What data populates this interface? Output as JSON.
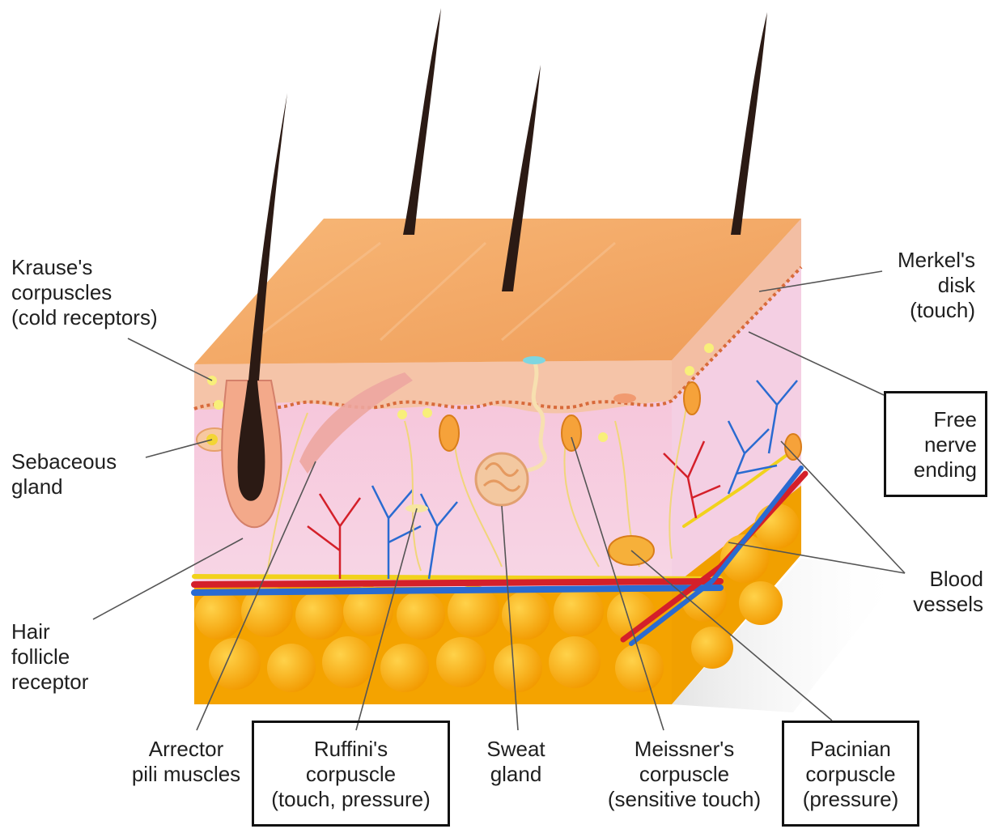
{
  "labels": {
    "krause": [
      "Krause's",
      "corpuscles",
      "(cold receptors)"
    ],
    "sebaceous": [
      "Sebaceous",
      "gland"
    ],
    "hair_follicle": [
      "Hair",
      "follicle",
      "receptor"
    ],
    "arrector": [
      "Arrector",
      "pili muscles"
    ],
    "ruffini": [
      "Ruffini's",
      "corpuscle",
      "(touch, pressure)"
    ],
    "sweat": [
      "Sweat",
      "gland"
    ],
    "meissner": [
      "Meissner's",
      "corpuscle",
      "(sensitive touch)"
    ],
    "pacinian": [
      "Pacinian",
      "corpuscle",
      "(pressure)"
    ],
    "merkel": [
      "Merkel's",
      "disk",
      "(touch)"
    ],
    "free_nerve": [
      "Free",
      "nerve",
      "ending"
    ],
    "blood_vessels": [
      "Blood",
      "vessels"
    ]
  },
  "colors": {
    "epidermis_top": "#f3a862",
    "epidermis_edge": "#f6c8a6",
    "dermis": "#f7d6e6",
    "fat": "#f6a800",
    "hair": "#2b1a14",
    "artery": "#d4202a",
    "vein": "#2a6bd1",
    "nerve": "#f1d21c",
    "leader_line": "#555555",
    "box_border": "#111111"
  }
}
